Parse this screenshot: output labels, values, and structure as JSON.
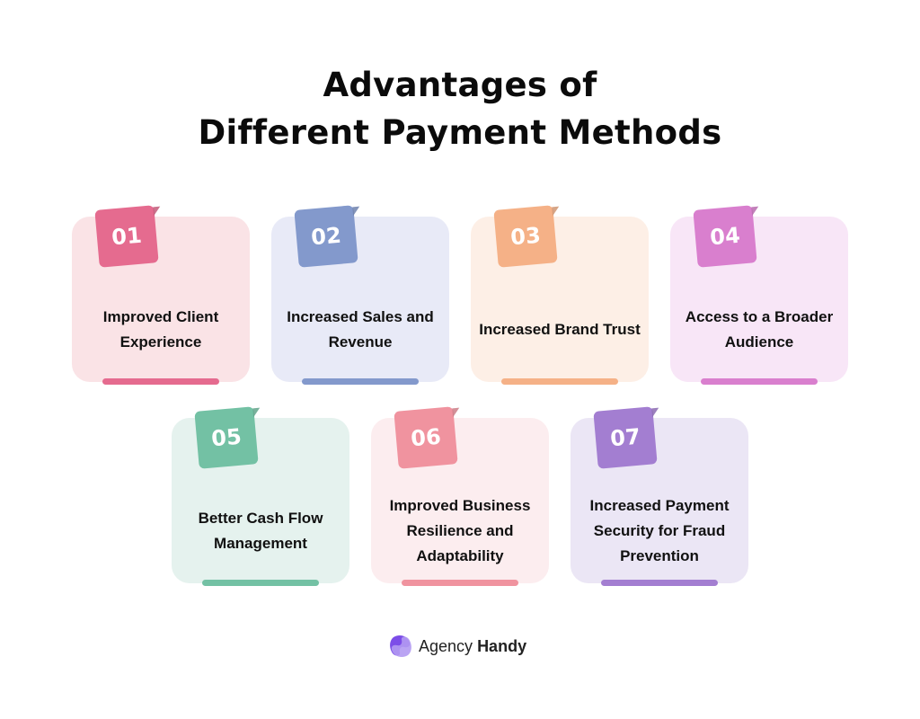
{
  "title": {
    "line1": "Advantages of",
    "line2": "Different Payment Methods"
  },
  "cards": [
    {
      "number": "01",
      "label": "Improved Client Experience",
      "bg": "#fae3e6",
      "accent": "#e56b8f"
    },
    {
      "number": "02",
      "label": "Increased Sales and Revenue",
      "bg": "#e8eaf7",
      "accent": "#8399cc"
    },
    {
      "number": "03",
      "label": "Increased Brand Trust",
      "bg": "#fdefe6",
      "accent": "#f5b187"
    },
    {
      "number": "04",
      "label": "Access to a Broader Audience",
      "bg": "#f8e6f7",
      "accent": "#d97fce"
    },
    {
      "number": "05",
      "label": "Better Cash Flow Management",
      "bg": "#e5f2ee",
      "accent": "#73c1a4"
    },
    {
      "number": "06",
      "label": "Improved Business Resilience and Adaptability",
      "bg": "#fcedef",
      "accent": "#f0939f"
    },
    {
      "number": "07",
      "label": "Increased Payment Security for Fraud Prevention",
      "bg": "#ebe6f5",
      "accent": "#a37ed1"
    }
  ],
  "footer": {
    "brand_regular": "Agency",
    "brand_bold": "Handy",
    "logo_icon": "agency-handy-logo"
  }
}
